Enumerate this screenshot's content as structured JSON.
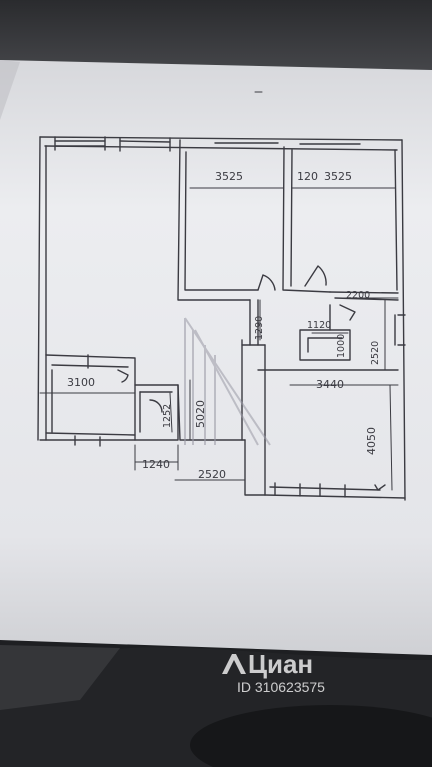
{
  "plan": {
    "dimensions": {
      "room_a_width": "3525",
      "room_b_width": "3525",
      "wall_mark": "120",
      "corridor_right": "2200",
      "closet_width": "1120",
      "hall_depth": "1290",
      "closet_depth": "1000",
      "room_c_side": "2520",
      "kitchen_width": "3100",
      "room_c_width": "3440",
      "bath_depth": "1252",
      "hall_length": "5020",
      "bath_width": "1240",
      "hall_width": "2520",
      "room_c_depth": "4050"
    }
  },
  "watermark": {
    "brand": "Циан",
    "listing_id": "ID 310623575"
  },
  "colors": {
    "paper": "#e9eaee",
    "pencil": "#3b3b42",
    "background_dark": "#1c1d1f"
  }
}
